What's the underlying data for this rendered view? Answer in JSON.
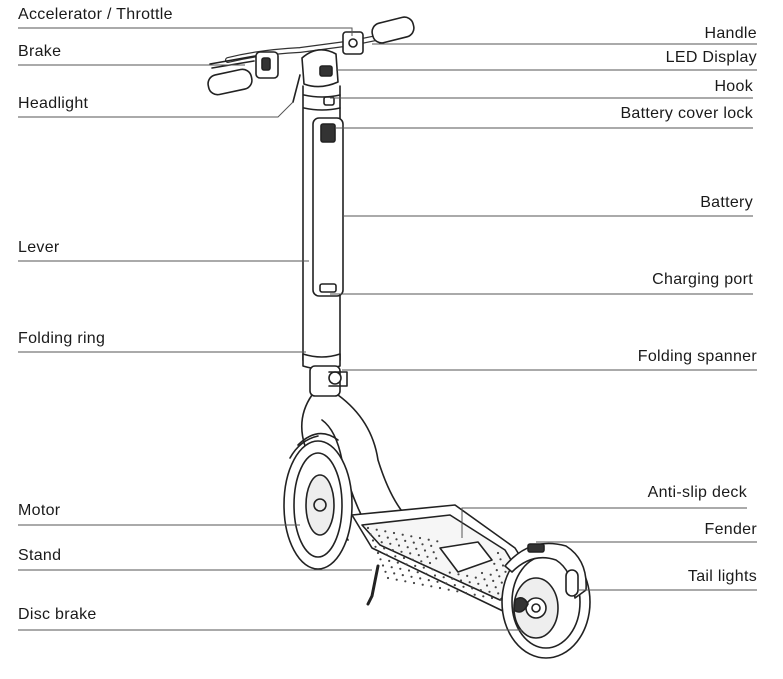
{
  "diagram": {
    "left_labels": [
      "Accelerator / Throttle",
      "Brake",
      "Headlight",
      "Lever",
      "Folding ring",
      "Motor",
      "Stand",
      "Disc brake"
    ],
    "right_labels": [
      "Handle",
      "LED Display",
      "Hook",
      "Battery cover lock",
      "Battery",
      "Charging port",
      "Folding spanner",
      "Anti-slip deck",
      "Fender",
      "Tail lights"
    ],
    "colors": {
      "line": "#555555",
      "outline": "#222222",
      "text": "#1a1a1a"
    }
  }
}
